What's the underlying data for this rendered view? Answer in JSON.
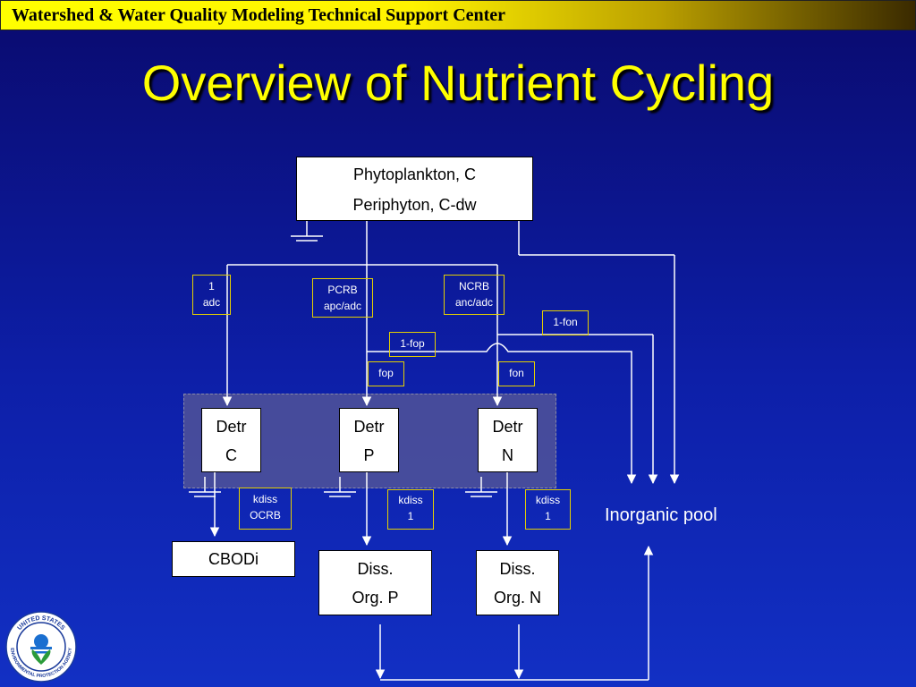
{
  "header": {
    "text": "Watershed & Water Quality Modeling Technical Support Center"
  },
  "title": "Overview of Nutrient Cycling",
  "diagram": {
    "source": {
      "line1": "Phytoplankton, C",
      "line2": "Periphyton, C-dw"
    },
    "ratios": {
      "carbon": {
        "line1": "1",
        "line2": "adc"
      },
      "phosphorus": {
        "line1": "PCRB",
        "line2": "apc/adc"
      },
      "nitrogen": {
        "line1": "NCRB",
        "line2": "anc/adc"
      }
    },
    "fractions": {
      "one_minus_fon": "1-fon",
      "one_minus_fop": "1-fop",
      "fop": "fop",
      "fon": "fon"
    },
    "detritus": [
      {
        "line1": "Detr",
        "line2": "C"
      },
      {
        "line1": "Detr",
        "line2": "P"
      },
      {
        "line1": "Detr",
        "line2": "N"
      }
    ],
    "dissolution": {
      "carbon": {
        "line1": "kdiss",
        "line2": "OCRB"
      },
      "phosphorus": {
        "line1": "kdiss",
        "line2": "1"
      },
      "nitrogen": {
        "line1": "kdiss",
        "line2": "1"
      }
    },
    "outputs": {
      "cbodi": "CBODi",
      "diss_org_p": {
        "line1": "Diss.",
        "line2": "Org. P"
      },
      "diss_org_n": {
        "line1": "Diss.",
        "line2": "Org. N"
      }
    },
    "inorganic_pool": "Inorganic pool"
  },
  "logo": {
    "ring_text_top": "UNITED STATES",
    "ring_text_bottom": "ENVIRONMENTAL PROTECTION AGENCY"
  },
  "colors": {
    "background_top": "#0a0a6e",
    "background_bottom": "#1230c4",
    "header_bar": "#ffff00",
    "title": "#ffff00",
    "tag_border": "#e5d000",
    "wire": "#ffffff"
  }
}
